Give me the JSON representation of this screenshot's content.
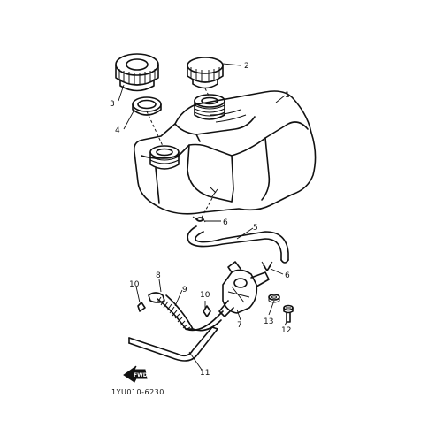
{
  "drawing_code": "1YU010-6230",
  "front_arrow_label": "FWD",
  "callouts": [
    {
      "id": "c1",
      "text": "1"
    },
    {
      "id": "c2",
      "text": "2"
    },
    {
      "id": "c3",
      "text": "3"
    },
    {
      "id": "c4",
      "text": "4"
    },
    {
      "id": "c5",
      "text": "5"
    },
    {
      "id": "c6a",
      "text": "6"
    },
    {
      "id": "c6b",
      "text": "6"
    },
    {
      "id": "c7",
      "text": "7"
    },
    {
      "id": "c8",
      "text": "8"
    },
    {
      "id": "c9",
      "text": "9"
    },
    {
      "id": "c10a",
      "text": "10"
    },
    {
      "id": "c10b",
      "text": "10"
    },
    {
      "id": "c11",
      "text": "11"
    },
    {
      "id": "c12",
      "text": "12"
    },
    {
      "id": "c13",
      "text": "13"
    }
  ]
}
